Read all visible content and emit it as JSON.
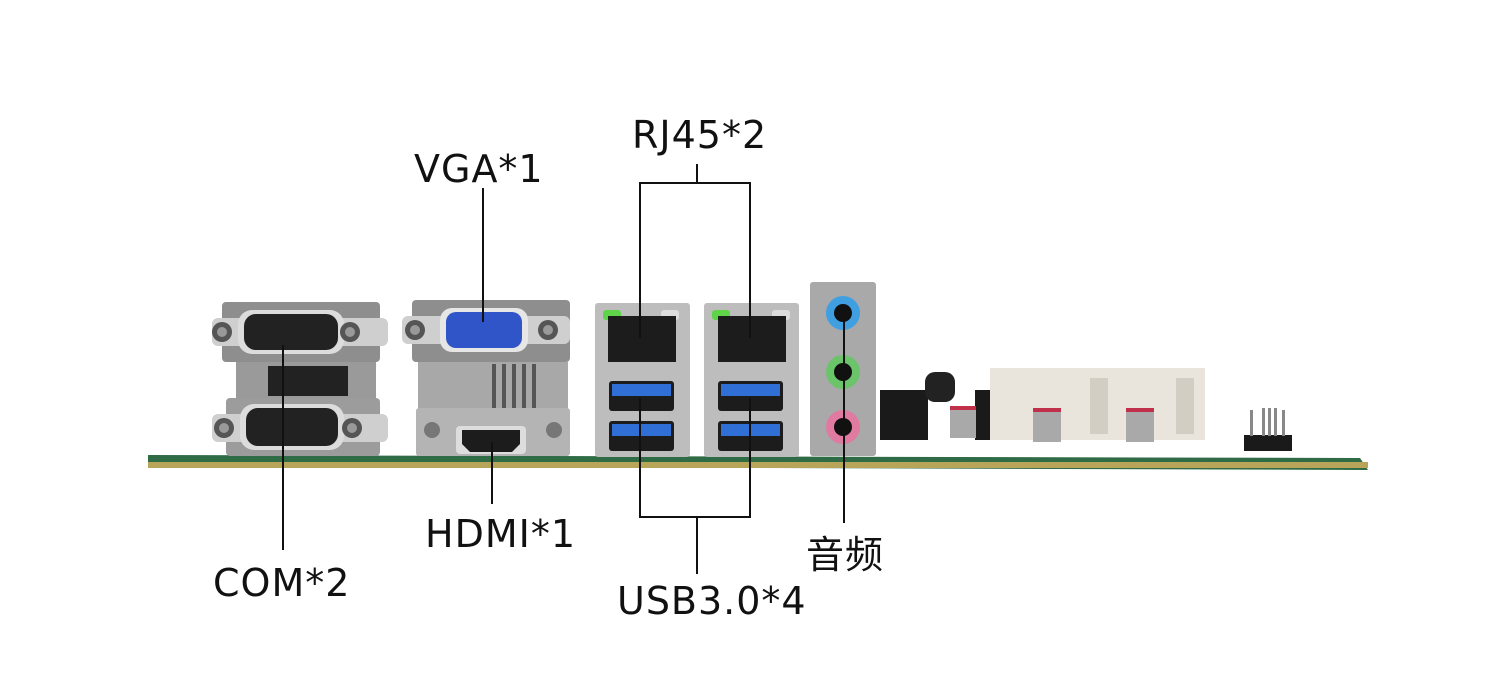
{
  "title": "Motherboard rear I/O port annotation",
  "labels": {
    "vga": "VGA*1",
    "rj45": "RJ45*2",
    "com": "COM*2",
    "hdmi": "HDMI*1",
    "usb": "USB3.0*4",
    "audio": "音频"
  },
  "colors": {
    "pcb": "#2f6b45",
    "pcb_edge": "#b9a55a",
    "metal": "#b8b8b8",
    "metal_dark": "#6f6f6f",
    "vga_blue": "#2f55c8",
    "usb_blue": "#2f6fd6",
    "audio_blue": "#3f9fe0",
    "audio_green": "#6cc46a",
    "audio_pink": "#e07aa0",
    "led_green": "#5fd34a",
    "line": "#111111"
  }
}
